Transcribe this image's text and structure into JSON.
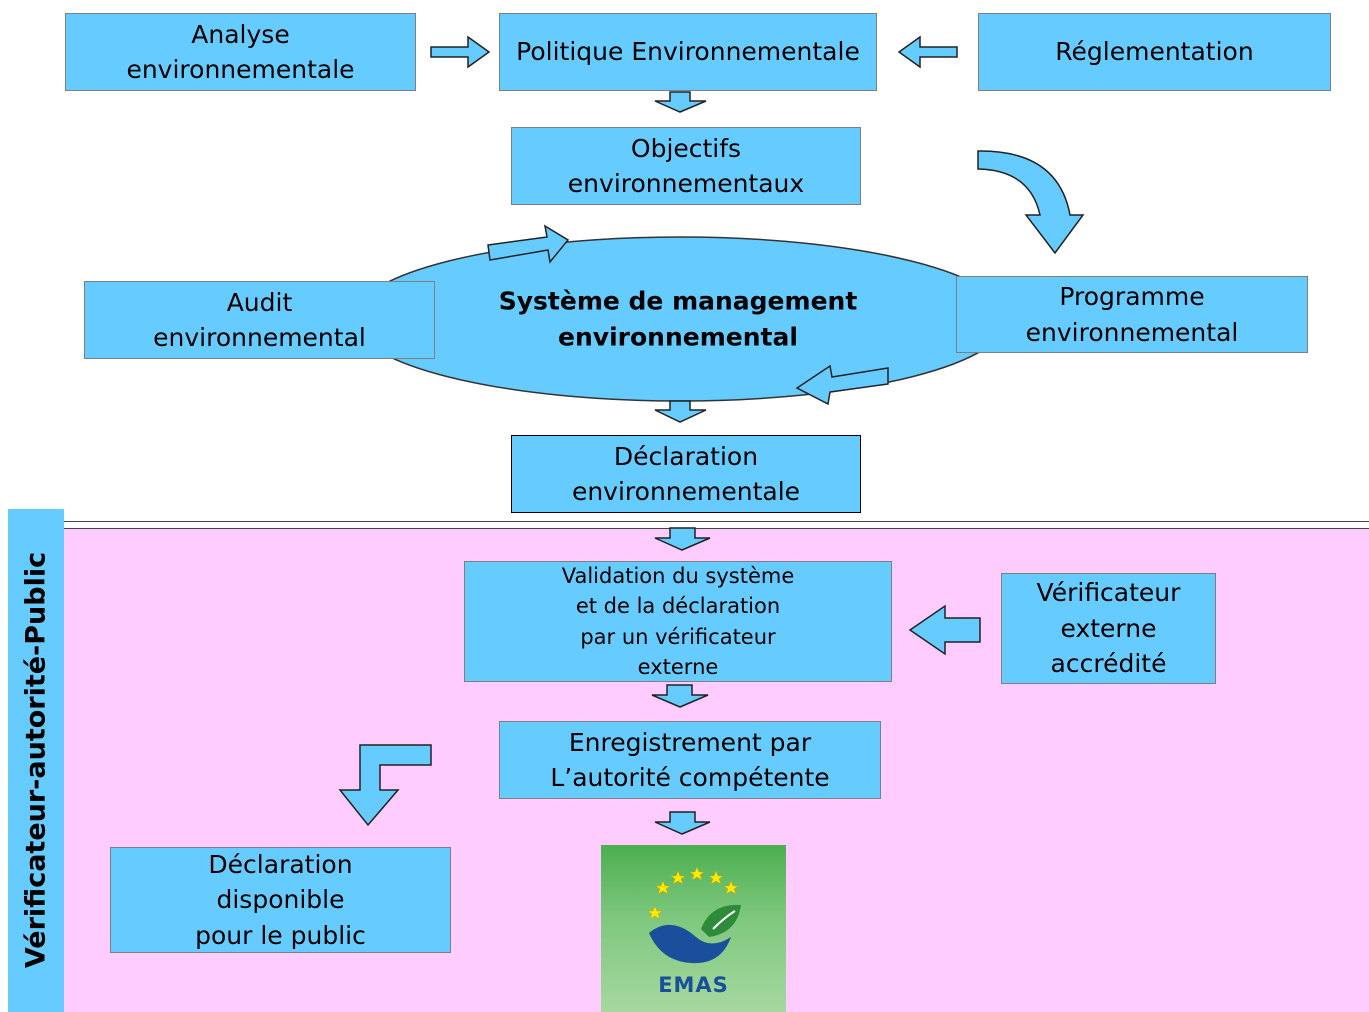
{
  "side_label": "Vérificateur-autorité-Public",
  "boxes": {
    "analyse": [
      "Analyse",
      "environnementale"
    ],
    "politique": "Politique Environnementale",
    "reglementation": "Réglementation",
    "objectifs": [
      "Objectifs",
      "environnementaux"
    ],
    "audit": [
      "Audit",
      "environnemental"
    ],
    "systeme": [
      "Système de management",
      "environnemental"
    ],
    "programme": [
      "Programme",
      "environnemental"
    ],
    "declaration": [
      "Déclaration",
      "environnementale"
    ],
    "validation": [
      "Validation du système",
      "et de la déclaration",
      "par un vérificateur",
      "externe"
    ],
    "verificateur": [
      "Vérificateur",
      "externe",
      "accrédité"
    ],
    "enregistrement": [
      "Enregistrement par",
      "L’autorité compétente"
    ],
    "declaration_public": [
      "Déclaration",
      "disponible",
      "pour le public"
    ]
  },
  "logo": {
    "text": "EMAS",
    "colors": {
      "stars": "#ffea00",
      "blue": "#1a4f9c",
      "leaf": "#2e8b3a"
    }
  },
  "colors": {
    "box_fill": "#66ccff",
    "pink": "#ffccff",
    "arrow_fill": "#66ccff",
    "ellipse_fill": "#66ccff"
  }
}
